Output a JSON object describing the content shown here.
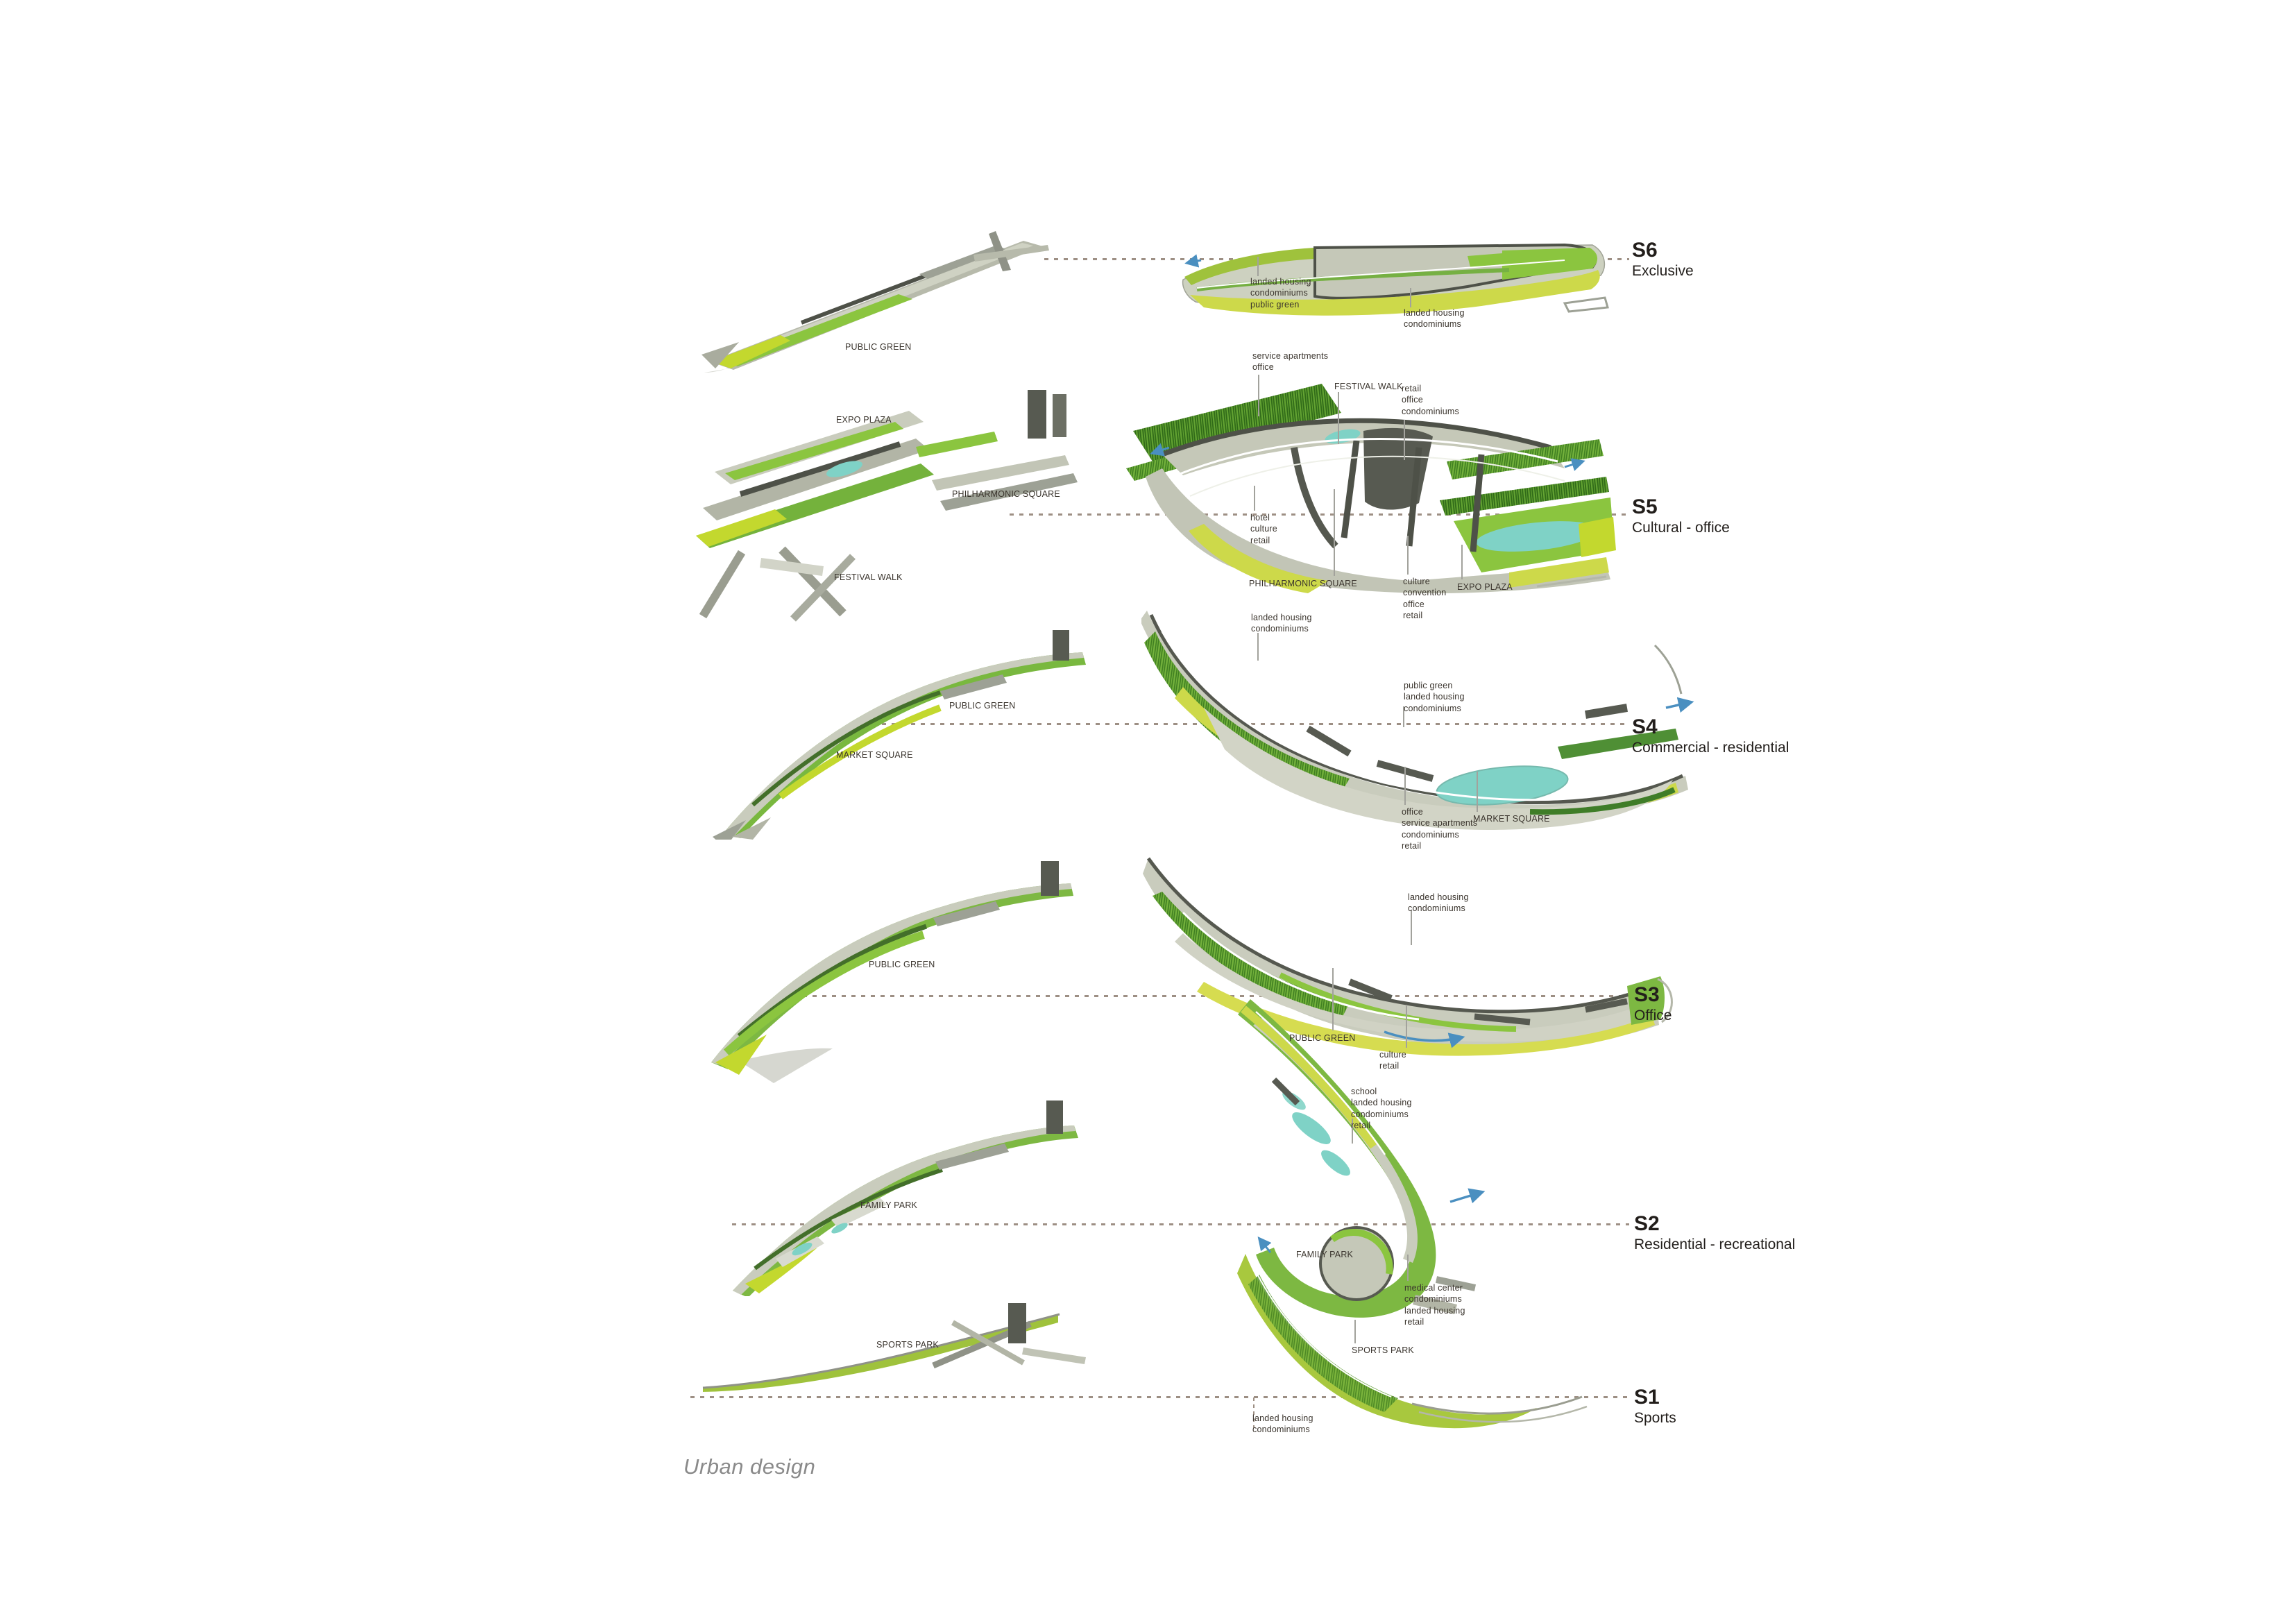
{
  "footer": {
    "caption": "Urban design"
  },
  "palette": {
    "lime": "#cdd94a",
    "yellow_green": "#c3d82e",
    "bright_green": "#8bc53f",
    "mid_green": "#74b23c",
    "dark_green": "#3d7d20",
    "pale_gray": "#c9ccbd",
    "gray": "#b2b5a6",
    "dark_gray": "#575a51",
    "teal_water": "#7fd2c6",
    "arrow_blue": "#4a8fc0",
    "dash_brown": "#9d8f84",
    "text_dark": "#221e1b"
  },
  "sections": [
    {
      "code": "S6",
      "title": "Exclusive",
      "axon_labels": {
        "a": "PUBLIC GREEN"
      },
      "annotations": {
        "a": "landed housing\ncondominiums\npublic green",
        "b": "landed housing\ncondominiums"
      }
    },
    {
      "code": "S5",
      "title": "Cultural - office",
      "axon_labels": {
        "a": "EXPO PLAZA",
        "b": "PHILHARMONIC SQUARE",
        "c": "FESTIVAL WALK"
      },
      "annotations": {
        "a": "service apartments\noffice",
        "b": "FESTIVAL WALK",
        "c": "retail\noffice\ncondominiums",
        "d": "hotel\nculture\nretail",
        "e": "PHILHARMONIC SQUARE",
        "f": "culture\nconvention\noffice\nretail",
        "g": "EXPO PLAZA"
      }
    },
    {
      "code": "S4",
      "title": "Commercial - residential",
      "axon_labels": {
        "a": "PUBLIC GREEN",
        "b": "MARKET SQUARE"
      },
      "annotations": {
        "a": "landed housing\ncondominiums",
        "b": "public green\nlanded housing\ncondominiums",
        "c": "office\nservice apartments\ncondominiums\nretail",
        "d": "MARKET SQUARE"
      }
    },
    {
      "code": "S3",
      "title": "Office",
      "axon_labels": {
        "a": "PUBLIC GREEN"
      },
      "annotations": {
        "a": "landed housing\ncondominiums",
        "b": "PUBLIC GREEN",
        "c": "culture\nretail"
      }
    },
    {
      "code": "S2",
      "title": "Residential - recreational",
      "axon_labels": {
        "a": "FAMILY PARK"
      },
      "annotations": {
        "a": "school\nlanded housing\ncondominiums\nretail",
        "b": "FAMILY PARK",
        "c": "medical center\ncondominiums\nlanded housing\nretail"
      }
    },
    {
      "code": "S1",
      "title": "Sports",
      "axon_labels": {
        "a": "SPORTS PARK"
      },
      "annotations": {
        "a": "SPORTS PARK",
        "b": "landed housing\ncondominiums"
      }
    }
  ]
}
